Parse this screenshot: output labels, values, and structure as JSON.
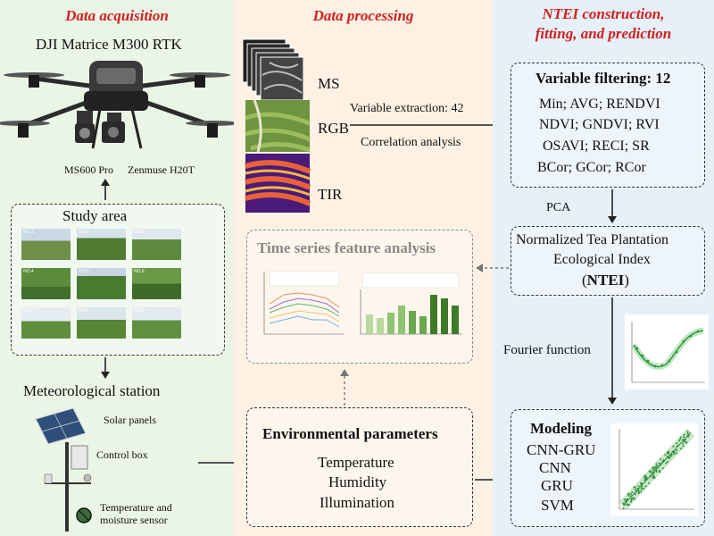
{
  "colors": {
    "title_red": "#d11f1f",
    "panel_acquisition": "#eaf5e6",
    "panel_processing": "#fcf1e3",
    "panel_ntei": "#e5f0f8"
  },
  "acquisition": {
    "title": "Data acquisition",
    "drone_name": "DJI Matrice M300 RTK",
    "camera_left": "MS600 Pro",
    "camera_right": "Zenmuse H20T",
    "study_area_title": "Study area",
    "photo_labels": [
      "NO.1",
      "NO.2",
      "NO.3",
      "NO.4",
      "NO.5",
      "NO.6",
      "NO.7",
      "NO.8",
      "NO.9"
    ],
    "met_station_title": "Meteorological station",
    "solar_panels": "Solar panels",
    "control_box": "Control box",
    "sensor_line1": "Temperature and",
    "sensor_line2": "moisture sensor"
  },
  "processing": {
    "title": "Data processing",
    "image_labels": [
      "MS",
      "RGB",
      "TIR"
    ],
    "extraction_label": "Variable extraction: 42",
    "correlation_label": "Correlation analysis",
    "time_series_title": "Time series feature analysis",
    "env_title": "Environmental parameters",
    "env_items": [
      "Temperature",
      "Humidity",
      "Illumination"
    ]
  },
  "ntei": {
    "title_line1": "NTEI construction,",
    "title_line2": "fitting, and prediction",
    "variable_title": "Variable filtering: 12",
    "variable_lines": [
      "Min; AVG; RENDVI",
      "NDVI; GNDVI; RVI",
      "OSAVI; RECI;  SR",
      "BCor; GCor; RCor"
    ],
    "pca_label": "PCA",
    "ntei_line1": "Normalized Tea Plantation",
    "ntei_line2": "Ecological Index",
    "ntei_open": "(",
    "ntei_abbr": "NTEI",
    "ntei_close": ")",
    "fourier_label": "Fourier function",
    "modeling_title": "Modeling",
    "models": [
      "CNN-GRU",
      "CNN",
      "GRU",
      "SVM"
    ]
  }
}
